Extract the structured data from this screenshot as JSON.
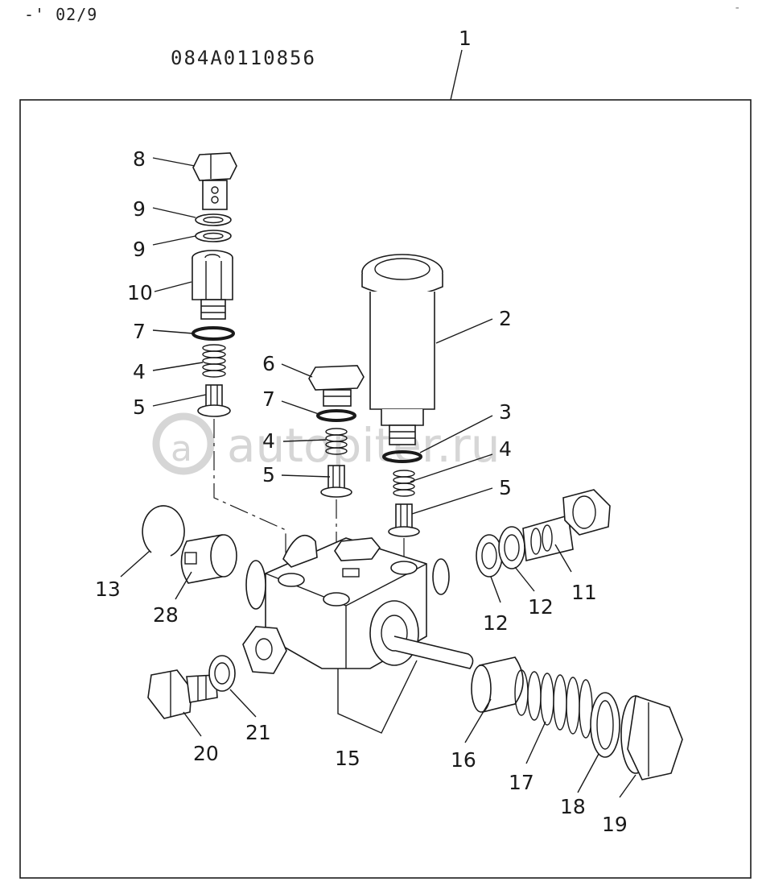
{
  "header": {
    "date_code": "-' 02/9",
    "part_number": "084A0110856",
    "corner_mark": "-"
  },
  "watermark": {
    "text": "autopiter.ru"
  },
  "callouts": [
    {
      "id": "c1",
      "text": "1"
    },
    {
      "id": "c2",
      "text": "2"
    },
    {
      "id": "c3",
      "text": "3"
    },
    {
      "id": "c4a",
      "text": "4"
    },
    {
      "id": "c4b",
      "text": "4"
    },
    {
      "id": "c4c",
      "text": "4"
    },
    {
      "id": "c5a",
      "text": "5"
    },
    {
      "id": "c5b",
      "text": "5"
    },
    {
      "id": "c5c",
      "text": "5"
    },
    {
      "id": "c6",
      "text": "6"
    },
    {
      "id": "c7a",
      "text": "7"
    },
    {
      "id": "c7b",
      "text": "7"
    },
    {
      "id": "c8",
      "text": "8"
    },
    {
      "id": "c9a",
      "text": "9"
    },
    {
      "id": "c9b",
      "text": "9"
    },
    {
      "id": "c10",
      "text": "10"
    },
    {
      "id": "c11",
      "text": "11"
    },
    {
      "id": "c12a",
      "text": "12"
    },
    {
      "id": "c12b",
      "text": "12"
    },
    {
      "id": "c13",
      "text": "13"
    },
    {
      "id": "c15",
      "text": "15"
    },
    {
      "id": "c16",
      "text": "16"
    },
    {
      "id": "c17",
      "text": "17"
    },
    {
      "id": "c18",
      "text": "18"
    },
    {
      "id": "c19",
      "text": "19"
    },
    {
      "id": "c20",
      "text": "20"
    },
    {
      "id": "c21",
      "text": "21"
    },
    {
      "id": "c28",
      "text": "28"
    }
  ]
}
